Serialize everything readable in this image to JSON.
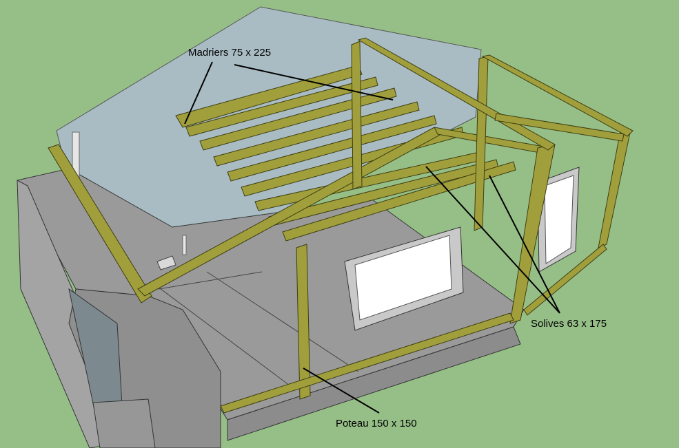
{
  "annotations": {
    "madriers": "Madriers 75 x 225",
    "solives": "Solives 63 x 175",
    "poteau": "Poteau 150 x 150"
  },
  "colors": {
    "background": "#96bf88",
    "wall_panel": "#a9bcc3",
    "concrete": "#9c9c9c",
    "concrete_dark": "#858585",
    "timber": "#a09f3c",
    "timber_dark": "#7e7e28",
    "window_glass": "#ffffff",
    "leader_line": "#000000"
  }
}
